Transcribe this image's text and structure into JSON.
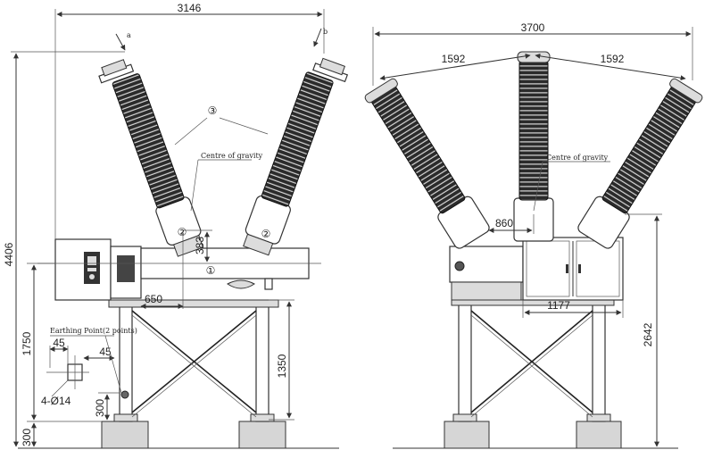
{
  "left_view": {
    "dims": {
      "total_width": "3146",
      "height_total": "4406",
      "frame_height": "1750",
      "leg_height": "1350",
      "offset_650": "650",
      "small_383": "383",
      "base_300": "300",
      "support_300": "300",
      "earth_45a": "45",
      "earth_45b": "45",
      "hole": "4-Ø14"
    },
    "labels": {
      "centre_of_gravity": "Centre of gravity",
      "earthing_point": "Earthing Point(2 points)",
      "callout_1": "①",
      "callout_2a": "②",
      "callout_2b": "②",
      "callout_3": "③",
      "small_a": "a",
      "small_b": "b"
    }
  },
  "right_view": {
    "dims": {
      "total_width": "3700",
      "left_span": "1592",
      "right_span": "1592",
      "offset_860": "860",
      "width_1177": "1177",
      "height_2642": "2642"
    },
    "labels": {
      "centre_of_gravity": "Centre of gravity"
    }
  }
}
